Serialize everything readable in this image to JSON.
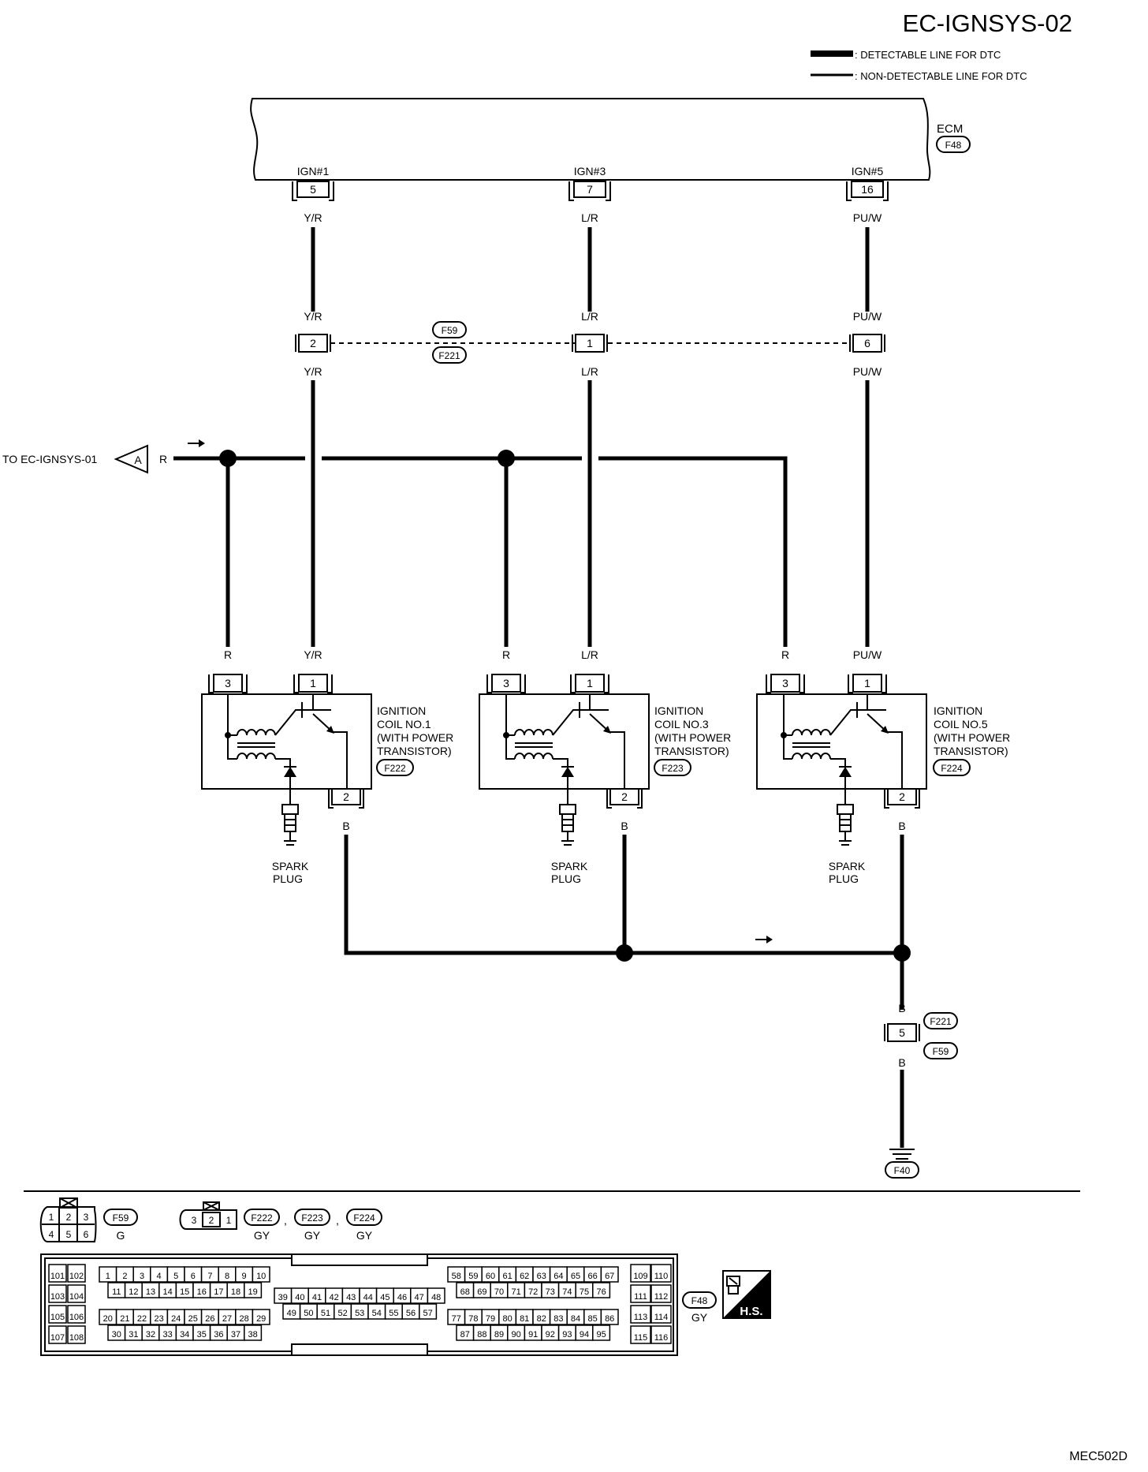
{
  "header": {
    "title": "EC-IGNSYS-02"
  },
  "legend": {
    "detectable": ": DETECTABLE LINE FOR DTC",
    "non_detectable": ": NON-DETECTABLE LINE FOR DTC"
  },
  "ecm": {
    "label": "ECM",
    "connector": "F48"
  },
  "ecm_pins": [
    {
      "name": "IGN#1",
      "pin": "5",
      "wire": "Y/R"
    },
    {
      "name": "IGN#3",
      "pin": "7",
      "wire": "L/R"
    },
    {
      "name": "IGN#5",
      "pin": "16",
      "wire": "PU/W"
    }
  ],
  "joint": {
    "connectors": [
      "F59",
      "F221"
    ],
    "pins": [
      {
        "pin": "2",
        "wire_top": "Y/R",
        "wire_bottom": "Y/R"
      },
      {
        "pin": "1",
        "wire_top": "L/R",
        "wire_bottom": "L/R"
      },
      {
        "pin": "6",
        "wire_top": "PU/W",
        "wire_bottom": "PU/W"
      }
    ]
  },
  "power": {
    "source": "TO EC-IGNSYS-01",
    "marker": "A",
    "wire": "R"
  },
  "coils": [
    {
      "l1": "IGNITION",
      "l2": "COIL NO.1",
      "l3": "(WITH POWER",
      "l4": "TRANSISTOR)",
      "connector": "F222",
      "pin3": "3",
      "pin1": "1",
      "pin2": "2",
      "wire3": "R",
      "wire1": "Y/R",
      "wire2": "B"
    },
    {
      "l1": "IGNITION",
      "l2": "COIL NO.3",
      "l3": "(WITH POWER",
      "l4": "TRANSISTOR)",
      "connector": "F223",
      "pin3": "3",
      "pin1": "1",
      "pin2": "2",
      "wire3": "R",
      "wire1": "L/R",
      "wire2": "B"
    },
    {
      "l1": "IGNITION",
      "l2": "COIL NO.5",
      "l3": "(WITH POWER",
      "l4": "TRANSISTOR)",
      "connector": "F224",
      "pin3": "3",
      "pin1": "1",
      "pin2": "2",
      "wire3": "R",
      "wire1": "PU/W",
      "wire2": "B"
    }
  ],
  "spark_plug": {
    "l1": "SPARK",
    "l2": "PLUG"
  },
  "ground": {
    "pin": "5",
    "wire_top": "B",
    "wire_bottom": "B",
    "connector_top": "F221",
    "connector_bottom": "F59",
    "ground_connector": "F40"
  },
  "connector_views": {
    "f59": {
      "code": "F59",
      "color": "G",
      "pins": [
        "1",
        "2",
        "3",
        "4",
        "5",
        "6"
      ]
    },
    "f222": {
      "pins": [
        "3",
        "2",
        "1"
      ],
      "codes": [
        "F222",
        "F223",
        "F224"
      ],
      "colors": [
        "GY",
        "GY",
        "GY"
      ],
      "sep": ","
    },
    "f48": {
      "code": "F48",
      "color": "GY",
      "badge": "H.S."
    }
  },
  "footer": {
    "code": "MEC502D"
  }
}
